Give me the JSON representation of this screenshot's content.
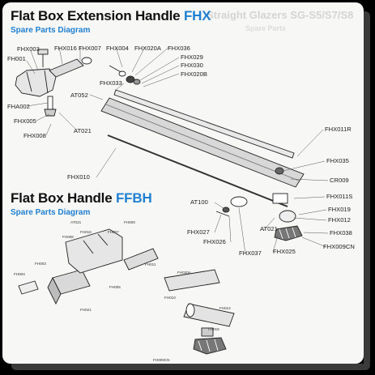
{
  "section1": {
    "title": "Flat Box Extension Handle",
    "code": "FHX",
    "subtitle": "Spare Parts Diagram",
    "labels": [
      "FHX003",
      "FH001",
      "FHX016",
      "FHX007",
      "FHX004",
      "FHX020A",
      "FHX036",
      "FHX029",
      "FHX030",
      "FHX020B",
      "FHX033",
      "AT052",
      "FHA002",
      "FHX005",
      "FHX008",
      "AT021",
      "FHX011R",
      "FHX035",
      "CR009",
      "FHX011S",
      "FHX010",
      "FHX019",
      "FHX012",
      "FHX038",
      "FHX009CN"
    ]
  },
  "section2": {
    "title": "Flat Box Handle",
    "code": "FFBH",
    "subtitle": "Spare Parts Diagram",
    "labels": [
      "AT100",
      "FHX027",
      "FHX026",
      "FHX037",
      "FHX025",
      "AT021"
    ],
    "small_labels": [
      "AT021",
      "FH009",
      "FH016",
      "FH007",
      "FH008",
      "FH003",
      "FH004",
      "FH011",
      "FH020A",
      "FH005",
      "FH021",
      "FH012",
      "FH010",
      "FH015",
      "FH009CN"
    ]
  },
  "background_text": [
    "Straight Glazers SG-S5/S7/S8",
    "Spare Parts"
  ]
}
